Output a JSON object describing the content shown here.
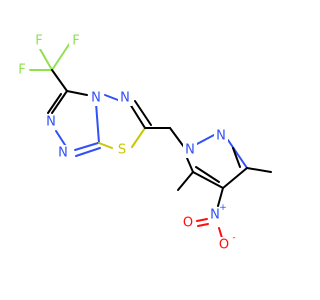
{
  "molecule": {
    "colors": {
      "N": "#3050F8",
      "F": "#90E050",
      "S": "#C8C800",
      "O": "#FF0D0D",
      "C": "#000000"
    },
    "atoms": {
      "F1": {
        "symbol": "F"
      },
      "F2": {
        "symbol": "F"
      },
      "F3": {
        "symbol": "F"
      },
      "N_tri_a": {
        "symbol": "N"
      },
      "N_tri_b": {
        "symbol": "N"
      },
      "N_tri_c": {
        "symbol": "N"
      },
      "N_thiadiazole": {
        "symbol": "N"
      },
      "S_thiadiazole": {
        "symbol": "S"
      },
      "N_pyrazole_1": {
        "symbol": "N"
      },
      "N_pyrazole_2": {
        "symbol": "N"
      },
      "N_nitro": {
        "symbol": "N",
        "charge": "+"
      },
      "O_nitro_a": {
        "symbol": "O"
      },
      "O_nitro_b": {
        "symbol": "O",
        "charge": "-"
      }
    }
  }
}
